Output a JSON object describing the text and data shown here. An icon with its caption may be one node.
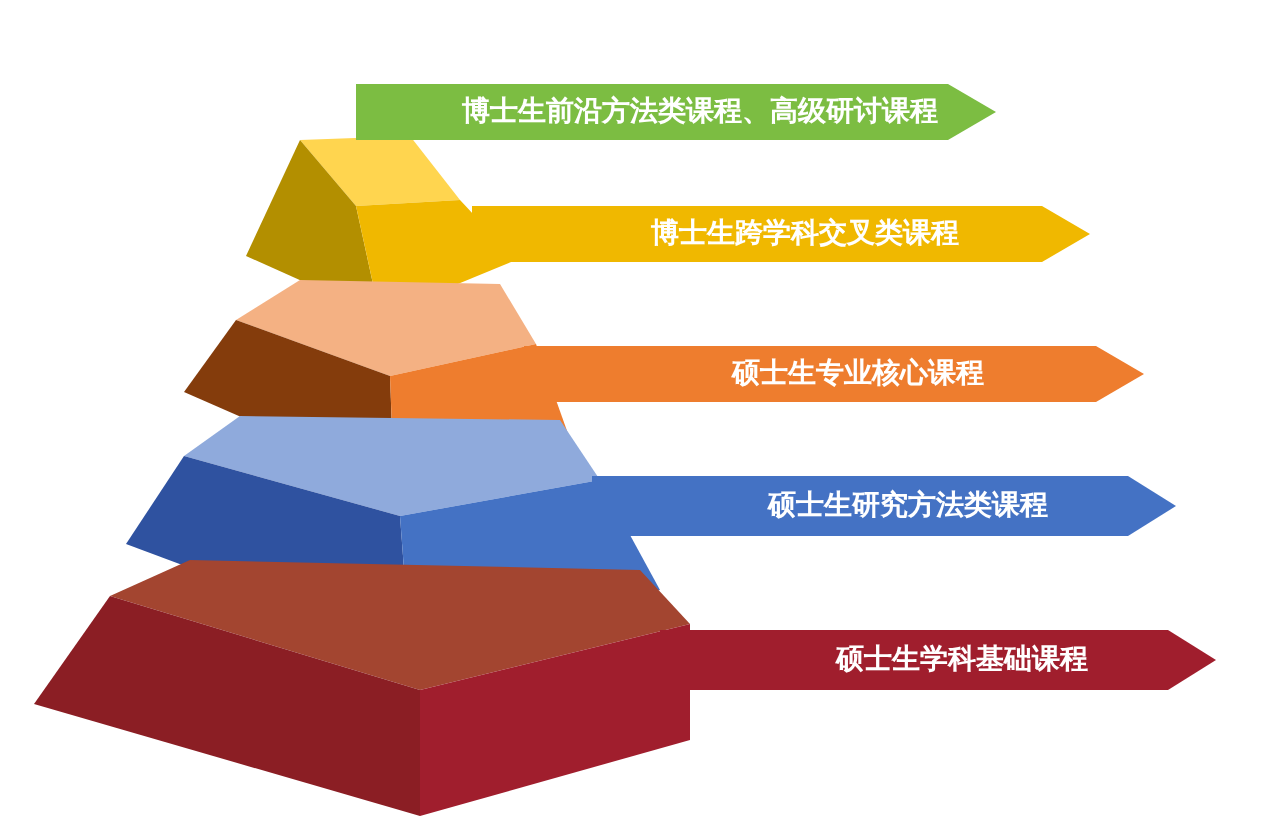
{
  "diagram": {
    "nodes": [
      {
        "text": [
          "博士生前沿方法类课程、高级研讨课程"
        ]
      },
      {
        "text": [
          "博士生跨学科交叉类课程"
        ]
      },
      {
        "text": [
          "硕士生专业核心课程"
        ]
      },
      {
        "text": [
          "硕士生研究方法类课程"
        ]
      },
      {
        "text": [
          "硕士生学科基础课程"
        ]
      }
    ]
  }
}
